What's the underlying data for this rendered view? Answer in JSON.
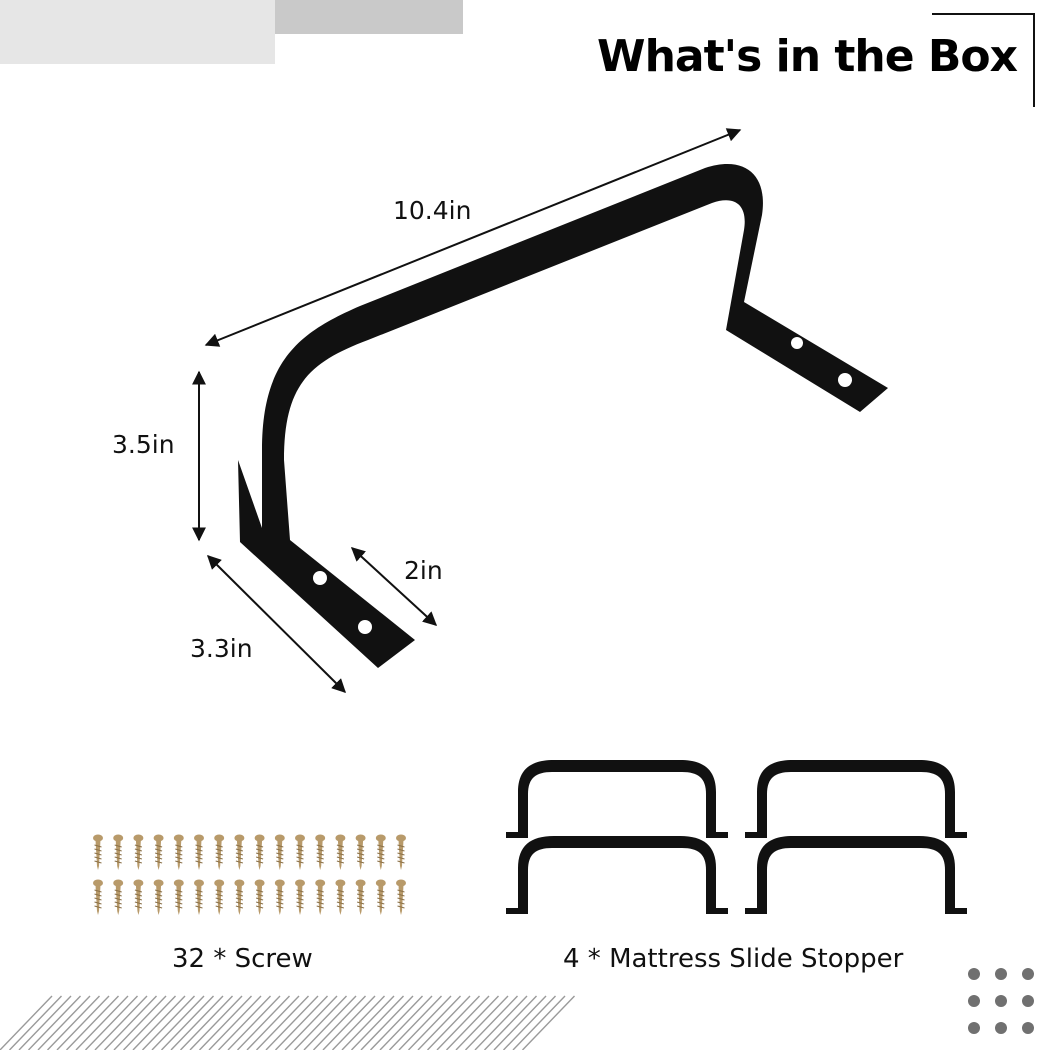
{
  "title": "What's in the Box",
  "dimensions": {
    "length": "10.4in",
    "height": "3.5in",
    "width": "2in",
    "foot_length": "3.3in"
  },
  "items": [
    {
      "caption": "32 * Screw",
      "icon": "screw-icon"
    },
    {
      "caption": "4 * Mattress Slide Stopper",
      "icon": "stopper-bracket-icon"
    }
  ],
  "colors": {
    "bracket": "#111111",
    "screw": "#b89a6a",
    "deco_light": "#e6e6e6",
    "deco_dark": "#c9c9c9",
    "dots": "#707070"
  }
}
